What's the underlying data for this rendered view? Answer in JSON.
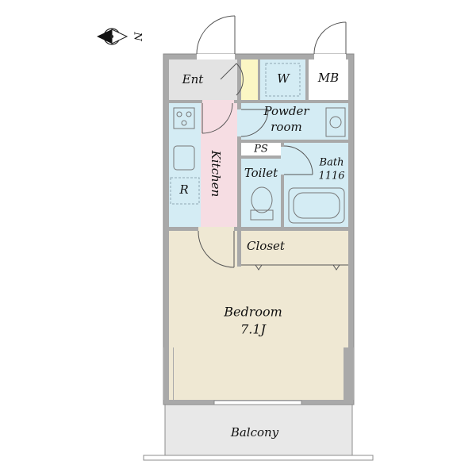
{
  "compass": {
    "direction": "N",
    "icon": "north-arrow-icon"
  },
  "rooms": {
    "entrance": "Ent",
    "washer": "W",
    "meter_box": "MB",
    "powder_room_line1": "Powder",
    "powder_room_line2": "room",
    "pipe_space": "PS",
    "bath_line1": "Bath",
    "bath_line2": "1116",
    "kitchen": "Kitchen",
    "refrigerator": "R",
    "toilet": "Toilet",
    "closet": "Closet",
    "bedroom_line1": "Bedroom",
    "bedroom_line2": "7.1J",
    "balcony": "Balcony"
  },
  "colors": {
    "wall": "#a9a9a9",
    "wall_edge": "#8c8c8c",
    "entrance_floor": "#e3e3e3",
    "wet_area": "#d4ecf4",
    "kitchen": "#f6dde3",
    "storage": "#fbf6c4",
    "bedroom": "#efe8d3",
    "balcony": "#e8e8e8"
  }
}
